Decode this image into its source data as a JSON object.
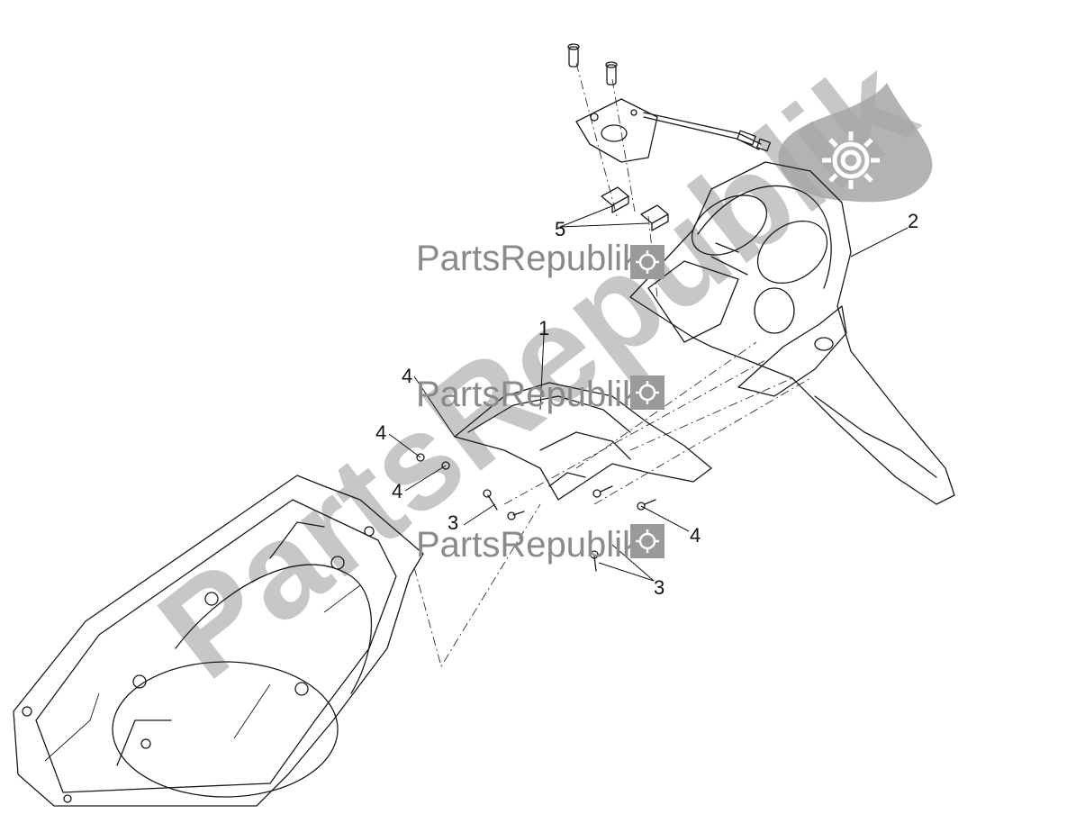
{
  "diagram": {
    "callouts": [
      {
        "id": "c1",
        "label": "1"
      },
      {
        "id": "c2",
        "label": "2"
      },
      {
        "id": "c3a",
        "label": "3"
      },
      {
        "id": "c3b",
        "label": "3"
      },
      {
        "id": "c4a",
        "label": "4"
      },
      {
        "id": "c4b",
        "label": "4"
      },
      {
        "id": "c4c",
        "label": "4"
      },
      {
        "id": "c4d",
        "label": "4"
      },
      {
        "id": "c5",
        "label": "5"
      }
    ],
    "watermark": {
      "text": "PartsRepublik",
      "big_text": "PartsRepublik",
      "color": "#8a8a8a",
      "icon": "gear-icon"
    }
  }
}
